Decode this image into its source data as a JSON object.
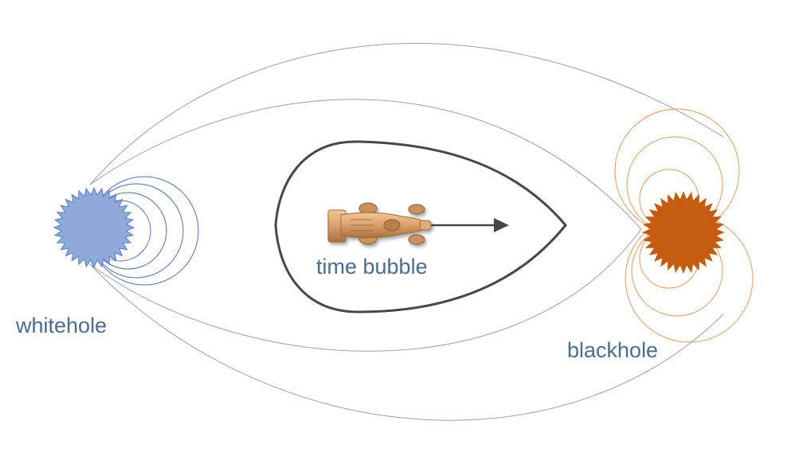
{
  "labels": {
    "whitehole": "whitehole",
    "blackhole": "blackhole",
    "bubble": "time bubble"
  },
  "icons": {
    "whitehole": "whitehole-star-icon",
    "blackhole": "blackhole-star-icon",
    "vehicle": "racecar-icon",
    "direction": "arrow-right-icon"
  },
  "colors": {
    "whitehole_fill": "#8eaadb",
    "whitehole_stroke": "#5a7dbf",
    "whitehole_loops": "#4f6fb5",
    "blackhole_fill": "#c55a11",
    "blackhole_loops": "#e8985e",
    "field_lines": "#9e9e9e",
    "bubble_outline": "#474747",
    "label_text": "#4a6d8c",
    "car_body": "#d9a06b"
  }
}
